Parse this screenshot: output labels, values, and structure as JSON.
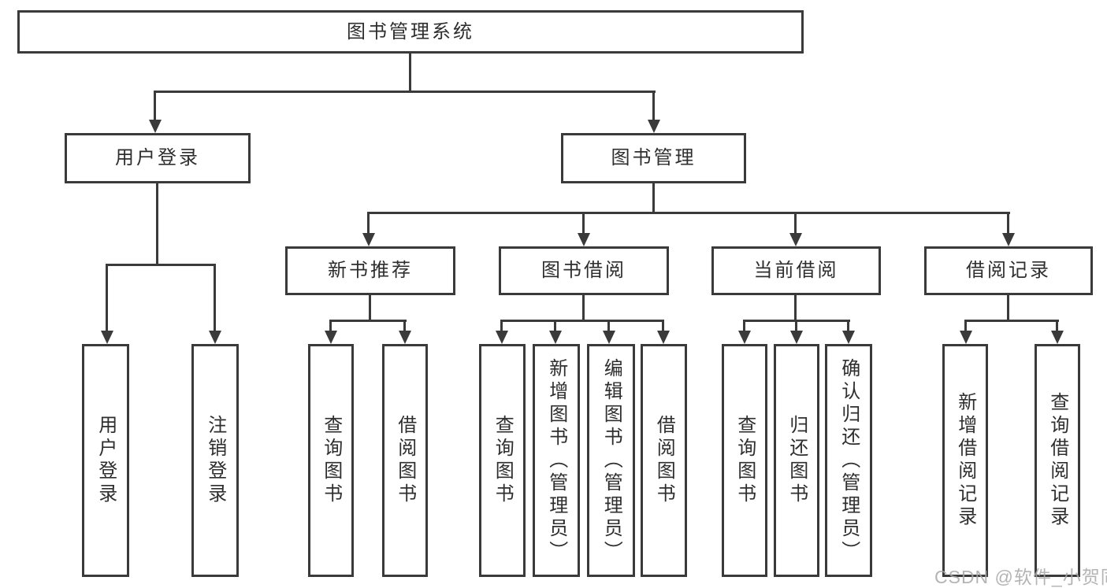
{
  "colors": {
    "line": "#3a3a3a",
    "text": "#2e2e2e",
    "background": "#ffffff",
    "watermark": "#a8a8a8"
  },
  "tree": {
    "root": {
      "label": "图书管理系统"
    },
    "branches": [
      {
        "label": "用户登录",
        "children": [
          {
            "label": "用户登录"
          },
          {
            "label": "注销登录"
          }
        ]
      },
      {
        "label": "图书管理",
        "sections": [
          {
            "label": "新书推荐",
            "children": [
              {
                "label": "查询图书"
              },
              {
                "label": "借阅图书"
              }
            ]
          },
          {
            "label": "图书借阅",
            "children": [
              {
                "label": "查询图书"
              },
              {
                "label": "新增图书（管理员）"
              },
              {
                "label": "编辑图书（管理员）"
              },
              {
                "label": "借阅图书"
              }
            ]
          },
          {
            "label": "当前借阅",
            "children": [
              {
                "label": "查询图书"
              },
              {
                "label": "归还图书"
              },
              {
                "label": "确认归还（管理员）"
              }
            ]
          },
          {
            "label": "借阅记录",
            "children": [
              {
                "label": "新增借阅记录"
              },
              {
                "label": "查询借阅记录"
              }
            ]
          }
        ]
      }
    ]
  },
  "watermark": {
    "text": "CSDN @软件_小贺同学"
  }
}
